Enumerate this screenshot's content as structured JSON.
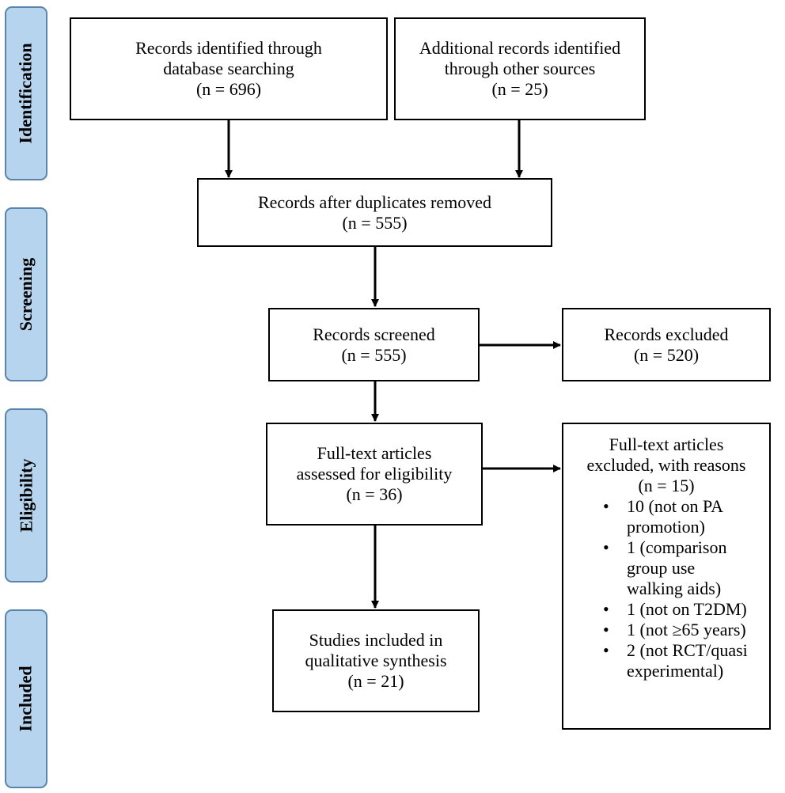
{
  "stages": [
    {
      "id": "identification",
      "label": "Identification"
    },
    {
      "id": "screening",
      "label": "Screening"
    },
    {
      "id": "eligibility",
      "label": "Eligibility"
    },
    {
      "id": "included",
      "label": "Included"
    }
  ],
  "boxes": {
    "db_search": {
      "lines": [
        "Records identified through",
        "database searching",
        "(n = 696)"
      ]
    },
    "other_sources": {
      "lines": [
        "Additional records identified",
        "through other sources",
        "(n = 25)"
      ]
    },
    "duplicates_removed": {
      "lines": [
        "Records after duplicates removed",
        "(n = 555)"
      ]
    },
    "screened": {
      "lines": [
        "Records screened",
        "(n = 555)"
      ]
    },
    "excluded": {
      "lines": [
        "Records excluded",
        "(n = 520)"
      ]
    },
    "fulltext": {
      "lines": [
        "Full-text articles",
        "assessed for eligibility",
        "(n = 36)"
      ]
    },
    "fulltext_excluded": {
      "lines": [
        "Full-text articles",
        "excluded, with reasons",
        "(n = 15)"
      ],
      "reasons": [
        [
          "10 (not on PA",
          "promotion)"
        ],
        [
          "1 (comparison",
          "group use",
          "walking aids)"
        ],
        [
          "1 (not on T2DM)"
        ],
        [
          "1 (not ≥65 years)"
        ],
        [
          "2 (not RCT/quasi",
          "experimental)"
        ]
      ]
    },
    "included": {
      "lines": [
        "Studies included in",
        "qualitative synthesis",
        "(n = 21)"
      ]
    }
  }
}
